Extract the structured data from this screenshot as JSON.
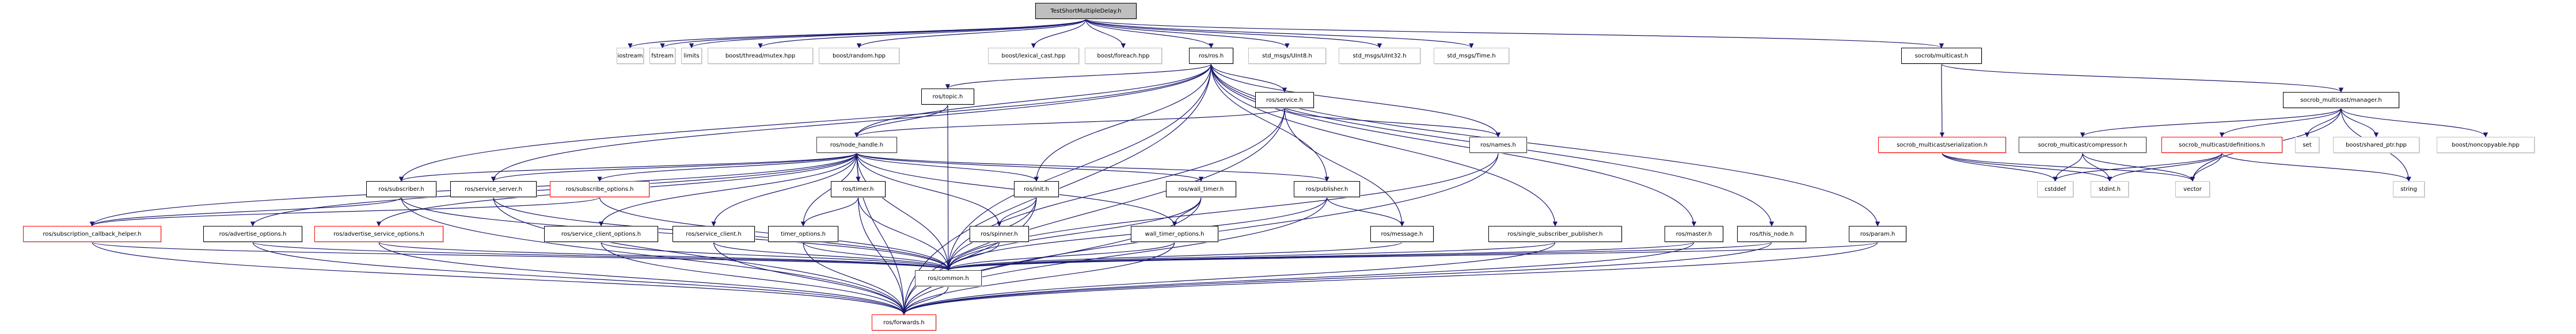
{
  "title": "TestShortMultipleDelay.h",
  "colors": {
    "edge": "#191970",
    "link_border": "#000000",
    "missing_border": "#ff0000",
    "external_border": "#bfbfbf",
    "root_fill": "#bfbfbf"
  },
  "nodes": [
    {
      "id": "root",
      "label": "TestShortMultipleDelay.h",
      "kind": "root"
    },
    {
      "id": "iostream",
      "label": "iostream",
      "kind": "ext"
    },
    {
      "id": "fstream",
      "label": "fstream",
      "kind": "ext"
    },
    {
      "id": "limits",
      "label": "limits",
      "kind": "ext"
    },
    {
      "id": "mutex",
      "label": "boost/thread/mutex.hpp",
      "kind": "ext"
    },
    {
      "id": "random",
      "label": "boost/random.hpp",
      "kind": "ext"
    },
    {
      "id": "lexical",
      "label": "boost/lexical_cast.hpp",
      "kind": "ext"
    },
    {
      "id": "foreach",
      "label": "boost/foreach.hpp",
      "kind": "ext"
    },
    {
      "id": "ros",
      "label": "ros/ros.h",
      "kind": "doc"
    },
    {
      "id": "uint8",
      "label": "std_msgs/UInt8.h",
      "kind": "ext"
    },
    {
      "id": "uint32",
      "label": "std_msgs/UInt32.h",
      "kind": "ext"
    },
    {
      "id": "time",
      "label": "std_msgs/Time.h",
      "kind": "ext"
    },
    {
      "id": "multicast",
      "label": "socrob/multicast.h",
      "kind": "doc"
    },
    {
      "id": "topic",
      "label": "ros/topic.h",
      "kind": "doc"
    },
    {
      "id": "service",
      "label": "ros/service.h",
      "kind": "doc"
    },
    {
      "id": "manager",
      "label": "socrob_multicast/manager.h",
      "kind": "doc"
    },
    {
      "id": "nodehandle",
      "label": "ros/node_handle.h",
      "kind": "doc-dark"
    },
    {
      "id": "names",
      "label": "ros/names.h",
      "kind": "doc-dark"
    },
    {
      "id": "serialization",
      "label": "socrob_multicast/serialization.h",
      "kind": "red"
    },
    {
      "id": "compressor",
      "label": "socrob_multicast/compressor.h",
      "kind": "doc-dark"
    },
    {
      "id": "definitions",
      "label": "socrob_multicast/definitions.h",
      "kind": "red"
    },
    {
      "id": "set",
      "label": "set",
      "kind": "ext"
    },
    {
      "id": "sharedptr",
      "label": "boost/shared_ptr.hpp",
      "kind": "ext"
    },
    {
      "id": "noncopyable",
      "label": "boost/noncopyable.hpp",
      "kind": "ext"
    },
    {
      "id": "subscriber",
      "label": "ros/subscriber.h",
      "kind": "doc"
    },
    {
      "id": "serviceserver",
      "label": "ros/service_server.h",
      "kind": "doc"
    },
    {
      "id": "subscribeopts",
      "label": "ros/subscribe_options.h",
      "kind": "red"
    },
    {
      "id": "timer",
      "label": "ros/timer.h",
      "kind": "doc"
    },
    {
      "id": "init",
      "label": "ros/init.h",
      "kind": "doc"
    },
    {
      "id": "walltimer",
      "label": "ros/wall_timer.h",
      "kind": "doc"
    },
    {
      "id": "publisher",
      "label": "ros/publisher.h",
      "kind": "doc"
    },
    {
      "id": "cstddef",
      "label": "cstddef",
      "kind": "ext"
    },
    {
      "id": "stdint",
      "label": "stdint.h",
      "kind": "ext"
    },
    {
      "id": "vector",
      "label": "vector",
      "kind": "ext"
    },
    {
      "id": "string",
      "label": "string",
      "kind": "ext"
    },
    {
      "id": "subcbhelper",
      "label": "ros/subscription_callback_helper.h",
      "kind": "red"
    },
    {
      "id": "advopts",
      "label": "ros/advertise_options.h",
      "kind": "doc"
    },
    {
      "id": "advsrvopts",
      "label": "ros/advertise_service_options.h",
      "kind": "red"
    },
    {
      "id": "srvclientopts",
      "label": "ros/service_client_options.h",
      "kind": "doc"
    },
    {
      "id": "srvclient",
      "label": "ros/service_client.h",
      "kind": "doc"
    },
    {
      "id": "timeropts",
      "label": "timer_options.h",
      "kind": "doc"
    },
    {
      "id": "spinner",
      "label": "ros/spinner.h",
      "kind": "doc"
    },
    {
      "id": "walltimeropts",
      "label": "wall_timer_options.h",
      "kind": "doc"
    },
    {
      "id": "message",
      "label": "ros/message.h",
      "kind": "doc"
    },
    {
      "id": "ssp",
      "label": "ros/single_subscriber_publisher.h",
      "kind": "doc"
    },
    {
      "id": "master",
      "label": "ros/master.h",
      "kind": "doc"
    },
    {
      "id": "thisnode",
      "label": "ros/this_node.h",
      "kind": "doc"
    },
    {
      "id": "param",
      "label": "ros/param.h",
      "kind": "doc"
    },
    {
      "id": "common",
      "label": "ros/common.h",
      "kind": "doc-dark"
    },
    {
      "id": "forwards",
      "label": "ros/forwards.h",
      "kind": "red"
    }
  ],
  "edges": [
    [
      "root",
      "iostream"
    ],
    [
      "root",
      "fstream"
    ],
    [
      "root",
      "limits"
    ],
    [
      "root",
      "mutex"
    ],
    [
      "root",
      "random"
    ],
    [
      "root",
      "lexical"
    ],
    [
      "root",
      "foreach"
    ],
    [
      "root",
      "ros"
    ],
    [
      "root",
      "uint8"
    ],
    [
      "root",
      "uint32"
    ],
    [
      "root",
      "time"
    ],
    [
      "root",
      "multicast"
    ],
    [
      "multicast",
      "serialization"
    ],
    [
      "multicast",
      "manager"
    ],
    [
      "manager",
      "compressor"
    ],
    [
      "manager",
      "definitions"
    ],
    [
      "manager",
      "set"
    ],
    [
      "manager",
      "sharedptr"
    ],
    [
      "manager",
      "noncopyable"
    ],
    [
      "manager",
      "vector"
    ],
    [
      "manager",
      "string"
    ],
    [
      "serialization",
      "cstddef"
    ],
    [
      "serialization",
      "stdint"
    ],
    [
      "serialization",
      "vector"
    ],
    [
      "compressor",
      "cstddef"
    ],
    [
      "compressor",
      "stdint"
    ],
    [
      "compressor",
      "vector"
    ],
    [
      "definitions",
      "cstddef"
    ],
    [
      "definitions",
      "stdint"
    ],
    [
      "definitions",
      "vector"
    ],
    [
      "definitions",
      "string"
    ],
    [
      "ros",
      "topic"
    ],
    [
      "ros",
      "service"
    ],
    [
      "ros",
      "nodehandle"
    ],
    [
      "ros",
      "names"
    ],
    [
      "ros",
      "subscriber"
    ],
    [
      "ros",
      "serviceserver"
    ],
    [
      "ros",
      "init"
    ],
    [
      "ros",
      "publisher"
    ],
    [
      "ros",
      "ssp"
    ],
    [
      "ros",
      "master"
    ],
    [
      "ros",
      "thisnode"
    ],
    [
      "ros",
      "param"
    ],
    [
      "ros",
      "common"
    ],
    [
      "ros",
      "forwards"
    ],
    [
      "topic",
      "nodehandle"
    ],
    [
      "topic",
      "common"
    ],
    [
      "service",
      "nodehandle"
    ],
    [
      "service",
      "names"
    ],
    [
      "service",
      "common"
    ],
    [
      "service",
      "message"
    ],
    [
      "service",
      "forwards"
    ],
    [
      "nodehandle",
      "subscriber"
    ],
    [
      "nodehandle",
      "serviceserver"
    ],
    [
      "nodehandle",
      "subscribeopts"
    ],
    [
      "nodehandle",
      "timer"
    ],
    [
      "nodehandle",
      "init"
    ],
    [
      "nodehandle",
      "walltimer"
    ],
    [
      "nodehandle",
      "publisher"
    ],
    [
      "nodehandle",
      "subcbhelper"
    ],
    [
      "nodehandle",
      "advopts"
    ],
    [
      "nodehandle",
      "advsrvopts"
    ],
    [
      "nodehandle",
      "srvclientopts"
    ],
    [
      "nodehandle",
      "srvclient"
    ],
    [
      "nodehandle",
      "timeropts"
    ],
    [
      "nodehandle",
      "spinner"
    ],
    [
      "nodehandle",
      "walltimeropts"
    ],
    [
      "nodehandle",
      "common"
    ],
    [
      "nodehandle",
      "forwards"
    ],
    [
      "names",
      "common"
    ],
    [
      "names",
      "forwards"
    ],
    [
      "subscriber",
      "common"
    ],
    [
      "subscriber",
      "forwards"
    ],
    [
      "subscriber",
      "subcbhelper"
    ],
    [
      "serviceserver",
      "common"
    ],
    [
      "serviceserver",
      "forwards"
    ],
    [
      "subscribeopts",
      "subcbhelper"
    ],
    [
      "subscribeopts",
      "common"
    ],
    [
      "timer",
      "timeropts"
    ],
    [
      "timer",
      "common"
    ],
    [
      "timer",
      "forwards"
    ],
    [
      "init",
      "spinner"
    ],
    [
      "init",
      "common"
    ],
    [
      "init",
      "forwards"
    ],
    [
      "walltimer",
      "walltimeropts"
    ],
    [
      "walltimer",
      "common"
    ],
    [
      "walltimer",
      "forwards"
    ],
    [
      "publisher",
      "message"
    ],
    [
      "publisher",
      "common"
    ],
    [
      "publisher",
      "forwards"
    ],
    [
      "subcbhelper",
      "common"
    ],
    [
      "subcbhelper",
      "forwards"
    ],
    [
      "advopts",
      "common"
    ],
    [
      "advopts",
      "forwards"
    ],
    [
      "advsrvopts",
      "common"
    ],
    [
      "advsrvopts",
      "forwards"
    ],
    [
      "srvclientopts",
      "common"
    ],
    [
      "srvclientopts",
      "forwards"
    ],
    [
      "srvclient",
      "common"
    ],
    [
      "srvclient",
      "forwards"
    ],
    [
      "timeropts",
      "common"
    ],
    [
      "timeropts",
      "forwards"
    ],
    [
      "spinner",
      "common"
    ],
    [
      "walltimeropts",
      "common"
    ],
    [
      "walltimeropts",
      "forwards"
    ],
    [
      "message",
      "common"
    ],
    [
      "ssp",
      "common"
    ],
    [
      "ssp",
      "forwards"
    ],
    [
      "master",
      "common"
    ],
    [
      "master",
      "forwards"
    ],
    [
      "thisnode",
      "common"
    ],
    [
      "thisnode",
      "forwards"
    ],
    [
      "param",
      "common"
    ],
    [
      "param",
      "forwards"
    ],
    [
      "common",
      "forwards"
    ]
  ]
}
